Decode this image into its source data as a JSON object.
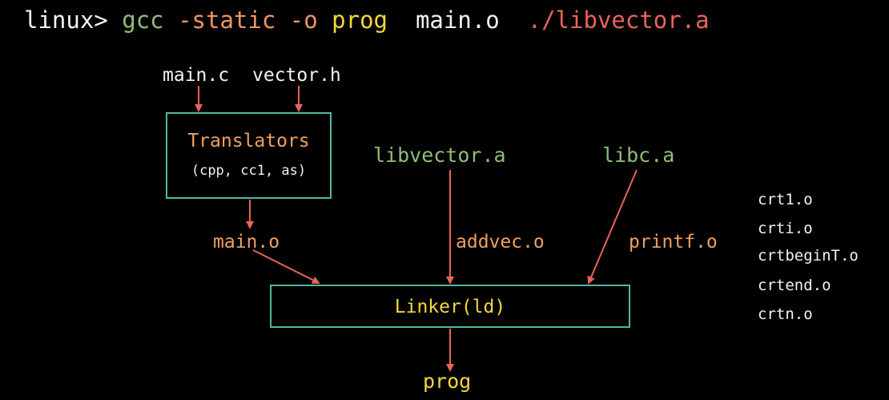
{
  "command": {
    "prompt": "linux>",
    "compiler": "gcc",
    "flags": "-static -o",
    "output": "prog",
    "object": "main.o",
    "archive": "./libvector.a"
  },
  "inputs": {
    "source": "main.c",
    "header": "vector.h"
  },
  "translators": {
    "title": "Translators",
    "tools": "(cpp, cc1, as)"
  },
  "intermediate": {
    "main_o": "main.o",
    "addvec_o": "addvec.o",
    "printf_o": "printf.o"
  },
  "libraries": {
    "libvector": "libvector.a",
    "libc": "libc.a"
  },
  "linker": {
    "label": "Linker(ld)"
  },
  "result": {
    "prog": "prog"
  },
  "startup_files": [
    "crt1.o",
    "crti.o",
    "crtbeginT.o",
    "crtend.o",
    "crtn.o"
  ],
  "colors": {
    "box_border": "#4fb7a3",
    "arrow": "#e9645a",
    "library_text": "#8fbf76",
    "object_text": "#f0a060",
    "linker_text": "#f2d83a"
  }
}
